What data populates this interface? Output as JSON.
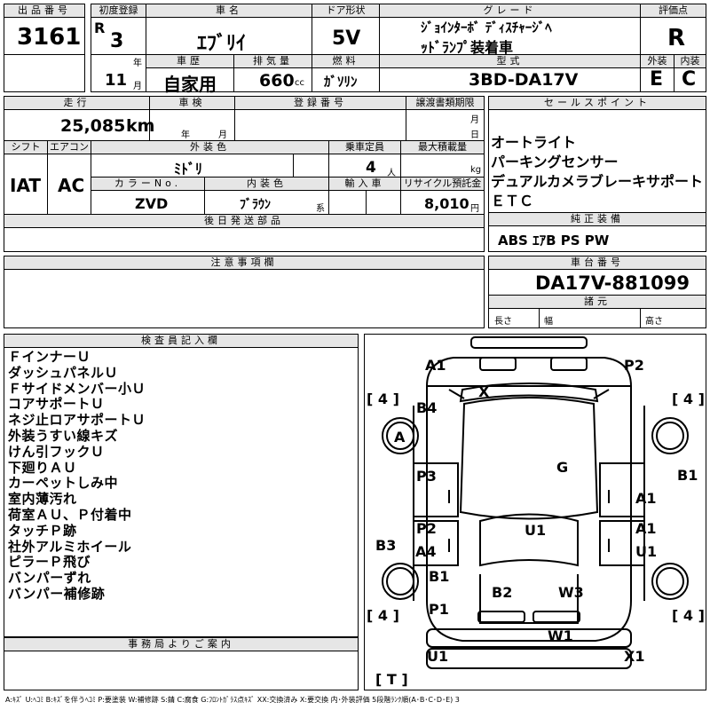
{
  "header": {
    "lot_no_label": "出品番号",
    "lot_no": "3161",
    "first_reg_label": "初度登録",
    "era": "R",
    "year": "3",
    "year_unit": "年",
    "month": "11",
    "month_unit": "月",
    "car_name_label": "車名",
    "car_name": "ｴﾌﾞﾘｲ",
    "door_label": "ドア形状",
    "door": "5V",
    "grade_label": "グレード",
    "grade_line1": "ｼﾞｮｲﾝﾀｰﾎﾞ ﾃﾞｨｽﾁｬｰｼﾞﾍ",
    "grade_line2": "ｯﾄﾞﾗﾝﾌﾟ装着車",
    "score_label": "評価点",
    "score": "R",
    "history_label": "車歴",
    "history": "自家用",
    "displacement_label": "排気量",
    "displacement": "660",
    "displacement_unit": "cc",
    "fuel_label": "燃料",
    "fuel": "ｶﾞｿﾘﾝ",
    "model_label": "型式",
    "model": "3BD-DA17V",
    "ext_label": "外装",
    "ext_grade": "E",
    "int_label": "内装",
    "int_grade": "C"
  },
  "details": {
    "mileage_label": "走行",
    "mileage": "25,085",
    "mileage_unit": "km",
    "inspection_label": "車検",
    "insp_year": "年",
    "insp_month": "月",
    "reg_no_label": "登録番号",
    "transfer_label": "譲渡書類期限",
    "transfer_month": "月",
    "transfer_day": "日",
    "shift_label": "シフト",
    "shift": "IAT",
    "ac_label": "エアコン",
    "ac": "AC",
    "ext_color_label": "外装色",
    "ext_color": "ﾐﾄﾞﾘ",
    "capacity_label": "乗車定員",
    "capacity": "4",
    "capacity_unit": "人",
    "max_load_label": "最大積載量",
    "max_load_unit": "kg",
    "color_no_label": "カラーNo.",
    "color_no": "ZVD",
    "int_color_label": "内装色",
    "int_color": "ﾌﾞﾗｳﾝ",
    "int_color_unit": "系",
    "import_label": "輸入車",
    "recycle_label": "リサイクル預託金",
    "recycle": "8,010",
    "recycle_unit": "円",
    "later_parts_label": "後日発送部品"
  },
  "sales": {
    "label": "セールスポイント",
    "items": [
      "オートライト",
      "パーキングセンサー",
      "デュアルカメラブレーキサポート",
      "ＥＴＣ"
    ]
  },
  "equipment": {
    "label": "純正装備",
    "value": "ABS ｴｱB PS PW"
  },
  "caution": {
    "label": "注意事項欄"
  },
  "chassis": {
    "label": "車台番号",
    "value": "DA17V-881099",
    "spec_label": "諸元",
    "length_label": "長さ",
    "width_label": "幅",
    "height_label": "高さ"
  },
  "inspector": {
    "label": "検査員記入欄",
    "notes": [
      "ＦインナーＵ",
      "ダッシュパネルＵ",
      "Ｆサイドメンバー小Ｕ",
      "コアサポートＵ",
      "ネジ止ロアサポートＵ",
      "外装うすい線キズ",
      "けん引フックＵ",
      "下廻りＡＵ",
      "カーペットしみ中",
      "室内薄汚れ",
      "荷室ＡＵ、Ｐ付着中",
      "タッチＰ跡",
      "社外アルミホイール",
      "ピラーＰ飛び",
      "バンパーずれ",
      "バンパー補修跡"
    ]
  },
  "office": {
    "label": "事務局よりご案内"
  },
  "diagram": {
    "marks": {
      "a1_front_left": "A1",
      "p2_front_right": "P2",
      "x_windshield": "X",
      "b4_hood_left": "B4",
      "a_wheel_fl": "A",
      "g_roof": "G",
      "b1_right_fender": "B1",
      "p3_left_door": "P3",
      "a1_right_door": "A1",
      "p2_left_rear_door": "P2",
      "a4_left_rear": "A4",
      "u1_floor": "U1",
      "a1_right_rear_door": "A1",
      "u1_right_rear": "U1",
      "b3_left_side": "B3",
      "b1_left_rear": "B1",
      "b2_rear_left": "B2",
      "w3_rear_right": "W3",
      "p1_left_rear": "P1",
      "w1_rear_bumper": "W1",
      "u1_rear_left": "U1",
      "x1_rear_right": "X1"
    },
    "tires": {
      "fl": "[ 4 ]",
      "fr": "[ 4 ]",
      "rl": "[ 4 ]",
      "rr": "[ 4 ]",
      "spare": "[ T ]"
    }
  },
  "legend": "A:ｷｽﾞ U:ﾍｺﾐ B:ｷｽﾞを伴うﾍｺﾐ P:要塗装 W:補修跡 S:錆 C:腐食 G:ﾌﾛﾝﾄｶﾞﾗｽ点ｷｽﾞ XX:交換済み X:要交換 内･外装評価 5段階ﾗﾝｸ順(A･B･C･D･E) 3"
}
